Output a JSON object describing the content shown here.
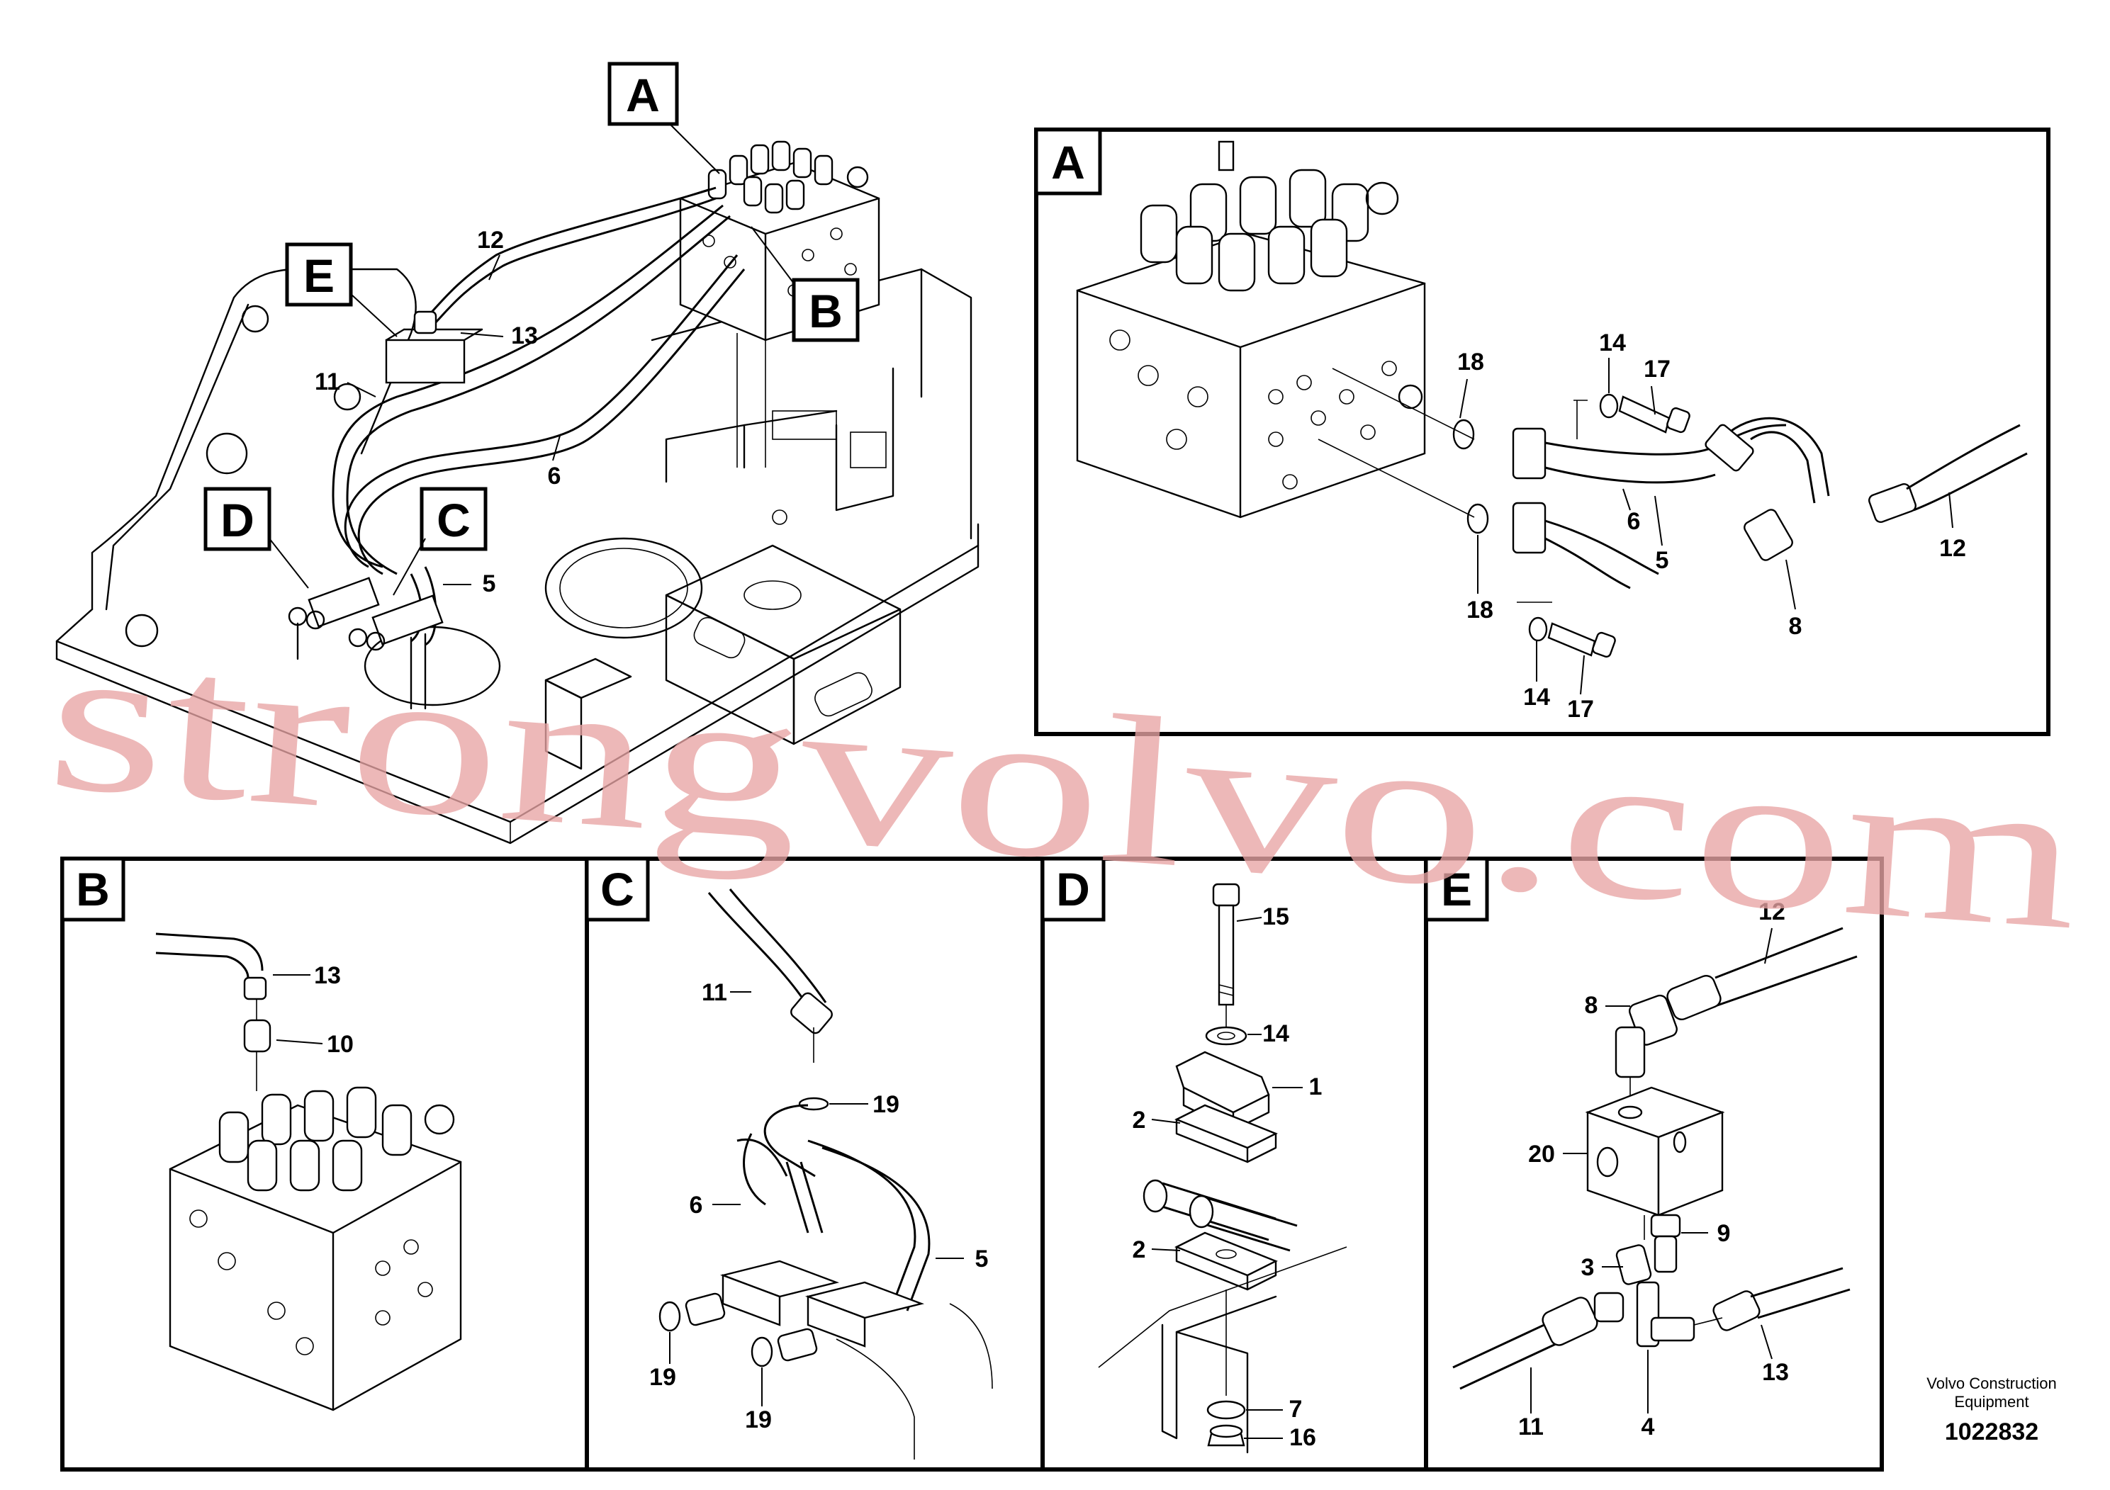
{
  "detail_boxes": {
    "A": "A",
    "B": "B",
    "C": "C",
    "D": "D",
    "E": "E"
  },
  "overview_labels": {
    "box_a": "A",
    "box_b": "B",
    "box_c": "C",
    "box_d": "D",
    "box_e": "E",
    "p12": "12",
    "p13": "13",
    "p11": "11",
    "p6": "6",
    "p5": "5"
  },
  "panel_a_labels": {
    "p18_top": "18",
    "p14_top": "14",
    "p17_top": "17",
    "p6": "6",
    "p5": "5",
    "p12": "12",
    "p8": "8",
    "p18_bottom": "18",
    "p14_bottom": "14",
    "p17_bottom": "17"
  },
  "panel_b_labels": {
    "p13": "13",
    "p10": "10"
  },
  "panel_c_labels": {
    "p11": "11",
    "p19_top": "19",
    "p6": "6",
    "p5": "5",
    "p19_left": "19",
    "p19_bottom": "19"
  },
  "panel_d_labels": {
    "p15": "15",
    "p14": "14",
    "p1": "1",
    "p2_top": "2",
    "p2_bottom": "2",
    "p7": "7",
    "p16": "16"
  },
  "panel_e_labels": {
    "p12": "12",
    "p8": "8",
    "p20": "20",
    "p9": "9",
    "p3": "3",
    "p11": "11",
    "p4": "4",
    "p13": "13"
  },
  "footer": {
    "maker_line1": "Volvo Construction",
    "maker_line2": "Equipment",
    "doc_number": "1022832"
  },
  "watermark": "strongvolvo.com",
  "colors": {
    "line": "#000000",
    "background": "#ffffff",
    "watermark": "#e8a5a5"
  }
}
